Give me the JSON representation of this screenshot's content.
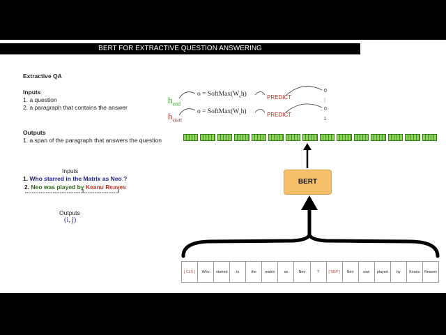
{
  "title": "BERT FOR EXTRACTIVE QUESTION ANSWERING",
  "left": {
    "heading": "Extractive QA",
    "inputs_label": "Inputs",
    "inputs": [
      "1. a question",
      "2. a paragraph that contains the answer"
    ],
    "outputs_label": "Outputs",
    "outputs": [
      "1. a span of the paragraph that answers the question"
    ]
  },
  "example": {
    "inputs_label": "Inputs",
    "q_num": "1.",
    "q_text": "Who starred in the Matrix as Neo ?",
    "p_num": "2.",
    "p_text_a": "Neo was played by ",
    "p_text_b": "Keanu Reaves",
    "outputs_label": "Outputs",
    "output_value": "(i,  j)"
  },
  "formulas": {
    "h_end": "h",
    "h_end_sub": "end",
    "h_start": "h",
    "h_start_sub": "start",
    "eq_end": "o = SoftMax(W",
    "eq_end_sub": "e",
    "eq_end_tail": "h)",
    "eq_start": "o = SoftMax(W",
    "eq_start_sub": "s",
    "eq_start_tail": "h)",
    "predict_end": "PREDICT",
    "predict_start": "PREDICT",
    "val_end_a": "0",
    "val_start_a": "0",
    "val_start_b": "1"
  },
  "model_label": "BERT",
  "tokens": [
    "[ CLS ]",
    "Who",
    "starred",
    "in",
    "the",
    "matrix",
    "as",
    "Neo",
    "?",
    "[ SEP ]",
    "Neo",
    "was",
    "played",
    "by",
    "Keanu",
    "Reaves"
  ],
  "embedding_count": 15,
  "colors": {
    "green": "#3a9a2a",
    "red": "#b0352a",
    "navy": "#1f1f8f",
    "bert_box": "#f6bf6a",
    "embedding": "#8bd65a"
  }
}
